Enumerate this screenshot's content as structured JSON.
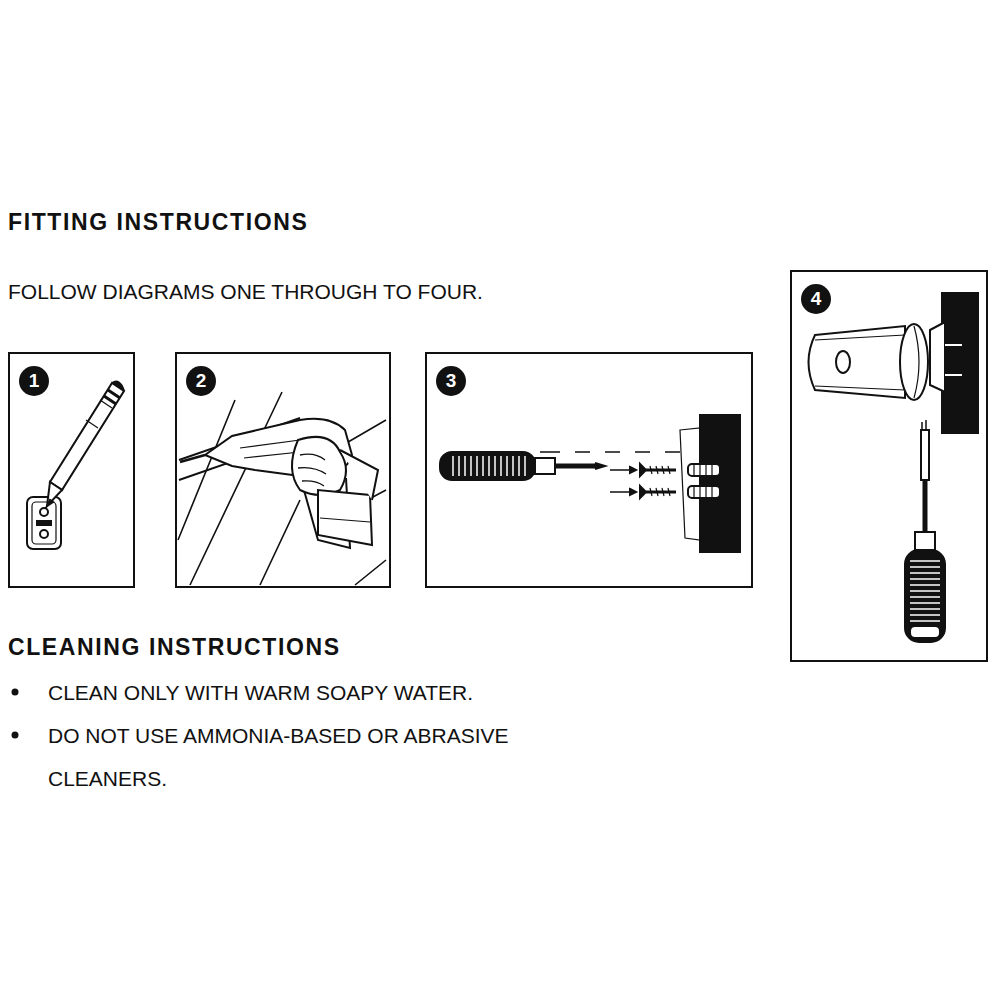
{
  "diagram": {
    "title": "FITTING INSTRUCTIONS",
    "nodes": [
      {
        "text": [
          "1"
        ]
      },
      {
        "text": [
          "2"
        ]
      },
      {
        "text": [
          "3"
        ]
      },
      {
        "text": [
          "4"
        ]
      }
    ],
    "labels": [
      "FOLLOW DIAGRAMS ONE THROUGH TO FOUR.",
      "CLEANING INSTRUCTIONS",
      "CLEAN ONLY WITH WARM SOAPY WATER.",
      "DO NOT USE AMMONIA-BASED OR ABRASIVE CLEANERS."
    ]
  }
}
